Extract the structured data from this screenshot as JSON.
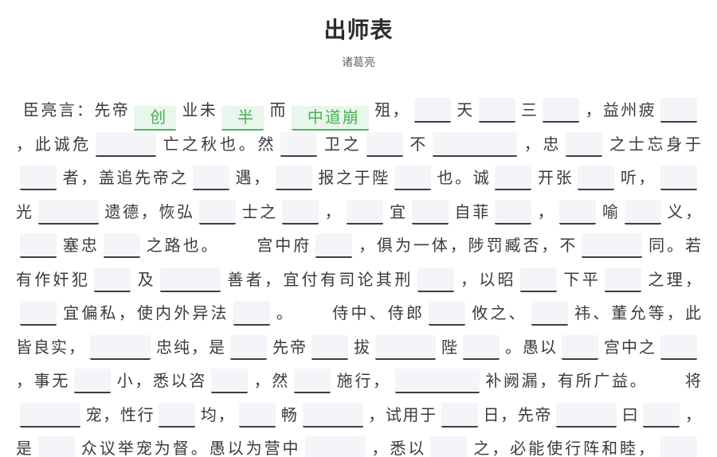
{
  "title": "出师表",
  "author": "诸葛亮",
  "colors": {
    "text": "#3a3a3a",
    "filled_text": "#4caf50",
    "filled_bg": "#e9f6ec",
    "filled_underline": "#57b25e",
    "blank_bg": "#f4f5f8",
    "blank_underline": "#3e3e3e"
  },
  "lines": [
    [
      {
        "t": "x",
        "v": "臣亮言：先帝"
      },
      {
        "t": "f",
        "v": "创"
      },
      {
        "t": "x",
        "v": "业未"
      },
      {
        "t": "f",
        "v": "半"
      },
      {
        "t": "x",
        "v": "而"
      },
      {
        "t": "f",
        "v": "中道崩"
      },
      {
        "t": "x",
        "v": "殂，"
      },
      {
        "t": "b",
        "n": 1
      },
      {
        "t": "x",
        "v": "天"
      },
      {
        "t": "b",
        "n": 1
      },
      {
        "t": "x",
        "v": "三"
      },
      {
        "t": "b",
        "n": 1
      },
      {
        "t": "x",
        "v": "，益州疲"
      },
      {
        "t": "b",
        "n": 1
      }
    ],
    [
      {
        "t": "x",
        "v": "，此诚危"
      },
      {
        "t": "b",
        "n": 2
      },
      {
        "t": "x",
        "v": "亡之秋也。然"
      },
      {
        "t": "b",
        "n": 1
      },
      {
        "t": "x",
        "v": "卫之"
      },
      {
        "t": "b",
        "n": 1
      },
      {
        "t": "x",
        "v": "不"
      },
      {
        "t": "b",
        "n": 3
      },
      {
        "t": "x",
        "v": "，忠"
      },
      {
        "t": "b",
        "n": 1
      },
      {
        "t": "x",
        "v": "之士忘身于"
      }
    ],
    [
      {
        "t": "b",
        "n": 1
      },
      {
        "t": "x",
        "v": "者，盖追先帝之"
      },
      {
        "t": "b",
        "n": 1
      },
      {
        "t": "x",
        "v": "遇，"
      },
      {
        "t": "b",
        "n": 1
      },
      {
        "t": "x",
        "v": "报之于陛"
      },
      {
        "t": "b",
        "n": 1
      },
      {
        "t": "x",
        "v": "也。诚"
      },
      {
        "t": "b",
        "n": 1
      },
      {
        "t": "x",
        "v": "开张"
      },
      {
        "t": "b",
        "n": 1
      },
      {
        "t": "x",
        "v": "听，"
      },
      {
        "t": "b",
        "n": 1
      }
    ],
    [
      {
        "t": "x",
        "v": "光"
      },
      {
        "t": "b",
        "n": 2
      },
      {
        "t": "x",
        "v": "遗德，恢弘"
      },
      {
        "t": "b",
        "n": 1
      },
      {
        "t": "x",
        "v": "士之"
      },
      {
        "t": "b",
        "n": 1
      },
      {
        "t": "x",
        "v": "，"
      },
      {
        "t": "b",
        "n": 1
      },
      {
        "t": "x",
        "v": "宜"
      },
      {
        "t": "b",
        "n": 1
      },
      {
        "t": "x",
        "v": "自菲"
      },
      {
        "t": "b",
        "n": 1
      },
      {
        "t": "x",
        "v": "，"
      },
      {
        "t": "b",
        "n": 1
      },
      {
        "t": "x",
        "v": "喻"
      },
      {
        "t": "b",
        "n": 1
      },
      {
        "t": "x",
        "v": "义，"
      }
    ],
    [
      {
        "t": "b",
        "n": 1
      },
      {
        "t": "x",
        "v": "塞忠"
      },
      {
        "t": "b",
        "n": 1
      },
      {
        "t": "x",
        "v": "之路也。"
      },
      {
        "t": "g"
      },
      {
        "t": "x",
        "v": "宫中府"
      },
      {
        "t": "b",
        "n": 1
      },
      {
        "t": "x",
        "v": "，俱为一体，陟罚臧否，不"
      },
      {
        "t": "b",
        "n": 2
      },
      {
        "t": "x",
        "v": "同。若"
      }
    ],
    [
      {
        "t": "x",
        "v": "有作奸犯"
      },
      {
        "t": "b",
        "n": 1
      },
      {
        "t": "x",
        "v": "及"
      },
      {
        "t": "b",
        "n": 2
      },
      {
        "t": "x",
        "v": "善者，宜付有司论其刑"
      },
      {
        "t": "b",
        "n": 1
      },
      {
        "t": "x",
        "v": "，以昭"
      },
      {
        "t": "b",
        "n": 1
      },
      {
        "t": "x",
        "v": "下平"
      },
      {
        "t": "b",
        "n": 1
      },
      {
        "t": "x",
        "v": "之理，"
      }
    ],
    [
      {
        "t": "b",
        "n": 1
      },
      {
        "t": "x",
        "v": "宜偏私，使内外异法"
      },
      {
        "t": "b",
        "n": 1
      },
      {
        "t": "x",
        "v": "。"
      },
      {
        "t": "g"
      },
      {
        "t": "x",
        "v": "侍中、侍郎"
      },
      {
        "t": "b",
        "n": 1
      },
      {
        "t": "x",
        "v": "攸之、"
      },
      {
        "t": "b",
        "n": 1
      },
      {
        "t": "x",
        "v": "祎、董允等，此"
      }
    ],
    [
      {
        "t": "x",
        "v": "皆良实，"
      },
      {
        "t": "b",
        "n": 2
      },
      {
        "t": "x",
        "v": "忠纯，是"
      },
      {
        "t": "b",
        "n": 1
      },
      {
        "t": "x",
        "v": "先帝"
      },
      {
        "t": "b",
        "n": 1
      },
      {
        "t": "x",
        "v": "拔"
      },
      {
        "t": "b",
        "n": 2
      },
      {
        "t": "x",
        "v": "陛"
      },
      {
        "t": "b",
        "n": 1
      },
      {
        "t": "x",
        "v": "。愚以"
      },
      {
        "t": "b",
        "n": 1
      },
      {
        "t": "x",
        "v": "宫中之"
      },
      {
        "t": "b",
        "n": 1
      }
    ],
    [
      {
        "t": "x",
        "v": "，事无"
      },
      {
        "t": "b",
        "n": 1
      },
      {
        "t": "x",
        "v": "小，悉以咨"
      },
      {
        "t": "b",
        "n": 1
      },
      {
        "t": "x",
        "v": "，然"
      },
      {
        "t": "b",
        "n": 1
      },
      {
        "t": "x",
        "v": "施行，"
      },
      {
        "t": "b",
        "n": 3
      },
      {
        "t": "x",
        "v": "补阙漏，有所广益。"
      },
      {
        "t": "g"
      },
      {
        "t": "x",
        "v": "将"
      }
    ],
    [
      {
        "t": "b",
        "n": 2
      },
      {
        "t": "x",
        "v": "宠，性行"
      },
      {
        "t": "b",
        "n": 1
      },
      {
        "t": "x",
        "v": "均，"
      },
      {
        "t": "b",
        "n": 1
      },
      {
        "t": "x",
        "v": "畅"
      },
      {
        "t": "b",
        "n": 2
      },
      {
        "t": "x",
        "v": "，试用于"
      },
      {
        "t": "b",
        "n": 1
      },
      {
        "t": "x",
        "v": "日，先帝"
      },
      {
        "t": "b",
        "n": 2
      },
      {
        "t": "x",
        "v": "曰"
      },
      {
        "t": "b",
        "n": 1
      },
      {
        "t": "x",
        "v": "，"
      }
    ],
    [
      {
        "t": "x",
        "v": "是"
      },
      {
        "t": "b",
        "n": 1
      },
      {
        "t": "x",
        "v": "众议举宠为督。愚以为营中"
      },
      {
        "t": "b",
        "n": 2
      },
      {
        "t": "x",
        "v": "，悉以"
      },
      {
        "t": "b",
        "n": 1
      },
      {
        "t": "x",
        "v": "之，必能使行阵和睦，"
      },
      {
        "t": "b",
        "n": 1
      }
    ]
  ]
}
